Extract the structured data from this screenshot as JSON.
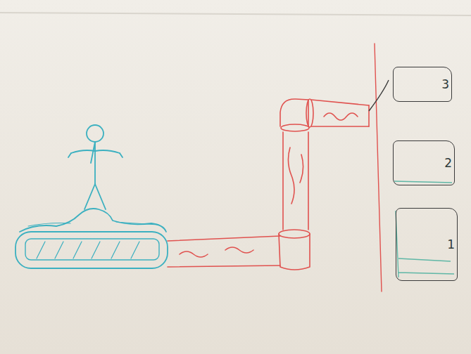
{
  "diagram": {
    "nodes": [
      {
        "text": [
          "3"
        ]
      },
      {
        "text": [
          "2"
        ]
      },
      {
        "text": [
          "1"
        ]
      }
    ]
  }
}
